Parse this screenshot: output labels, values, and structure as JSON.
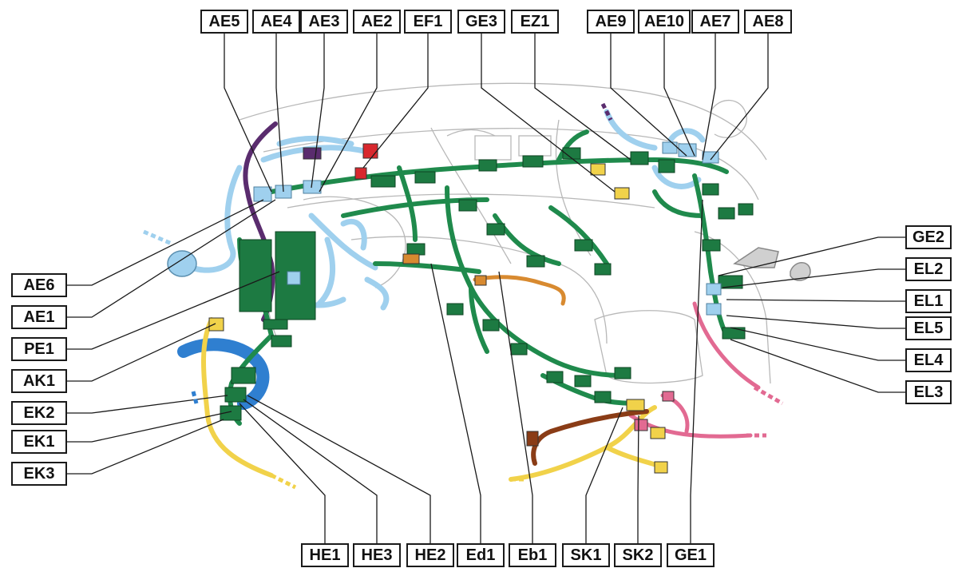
{
  "colors": {
    "harness_main": "#1f8a4c",
    "connector": "#1d7a42",
    "light_blue": "#9fd0ee",
    "blue": "#2f7fd0",
    "yellow": "#f1d24a",
    "pink": "#e26a92",
    "purple": "#5a2c6e",
    "brown": "#8a3c16",
    "orange": "#d88a30",
    "red": "#d8282e",
    "dash_outline": "#b8b8b8"
  },
  "labels": {
    "top": [
      {
        "id": "ae5",
        "text": "AE5"
      },
      {
        "id": "ae4",
        "text": "AE4"
      },
      {
        "id": "ae3",
        "text": "AE3"
      },
      {
        "id": "ae2",
        "text": "AE2"
      },
      {
        "id": "ef1",
        "text": "EF1"
      },
      {
        "id": "ge3",
        "text": "GE3"
      },
      {
        "id": "ez1",
        "text": "EZ1"
      },
      {
        "id": "ae9",
        "text": "AE9"
      },
      {
        "id": "ae10",
        "text": "AE10"
      },
      {
        "id": "ae7",
        "text": "AE7"
      },
      {
        "id": "ae8",
        "text": "AE8"
      }
    ],
    "left": [
      {
        "id": "ae6",
        "text": "AE6"
      },
      {
        "id": "ae1",
        "text": "AE1"
      },
      {
        "id": "pe1",
        "text": "PE1"
      },
      {
        "id": "ak1",
        "text": "AK1"
      },
      {
        "id": "ek2",
        "text": "EK2"
      },
      {
        "id": "ek1",
        "text": "EK1"
      },
      {
        "id": "ek3",
        "text": "EK3"
      }
    ],
    "right": [
      {
        "id": "ge2",
        "text": "GE2"
      },
      {
        "id": "el2",
        "text": "EL2"
      },
      {
        "id": "el1",
        "text": "EL1"
      },
      {
        "id": "el5",
        "text": "EL5"
      },
      {
        "id": "el4",
        "text": "EL4"
      },
      {
        "id": "el3",
        "text": "EL3"
      }
    ],
    "bottom": [
      {
        "id": "he1",
        "text": "HE1"
      },
      {
        "id": "he3",
        "text": "HE3"
      },
      {
        "id": "he2",
        "text": "HE2"
      },
      {
        "id": "ed1",
        "text": "Ed1"
      },
      {
        "id": "eb1",
        "text": "Eb1"
      },
      {
        "id": "sk1",
        "text": "SK1"
      },
      {
        "id": "sk2",
        "text": "SK2"
      },
      {
        "id": "ge1",
        "text": "GE1"
      }
    ]
  }
}
